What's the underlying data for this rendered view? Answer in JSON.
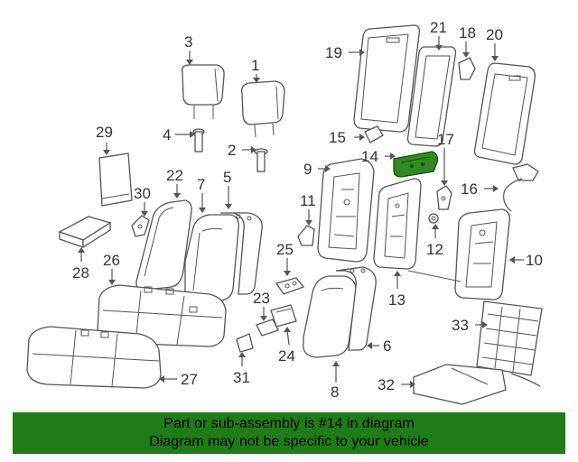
{
  "callouts": {
    "c1": "1",
    "c2": "2",
    "c3": "3",
    "c4": "4",
    "c5": "5",
    "c6": "6",
    "c7": "7",
    "c8": "8",
    "c9": "9",
    "c10": "10",
    "c11": "11",
    "c12": "12",
    "c13": "13",
    "c14": "14",
    "c15": "15",
    "c16": "16",
    "c17": "17",
    "c18": "18",
    "c19": "19",
    "c20": "20",
    "c21": "21",
    "c22": "22",
    "c23": "23",
    "c24": "24",
    "c25": "25",
    "c26": "26",
    "c27": "27",
    "c28": "28",
    "c29": "29",
    "c30": "30",
    "c31": "31",
    "c32": "32",
    "c33": "33"
  },
  "highlight": {
    "part": "14",
    "color": "#2f8a1f"
  },
  "banner": {
    "line1": "Part or sub-assembly is #14 in diagram",
    "line2": "Diagram may not be specific to your vehicle",
    "color": "#1e7d16"
  }
}
